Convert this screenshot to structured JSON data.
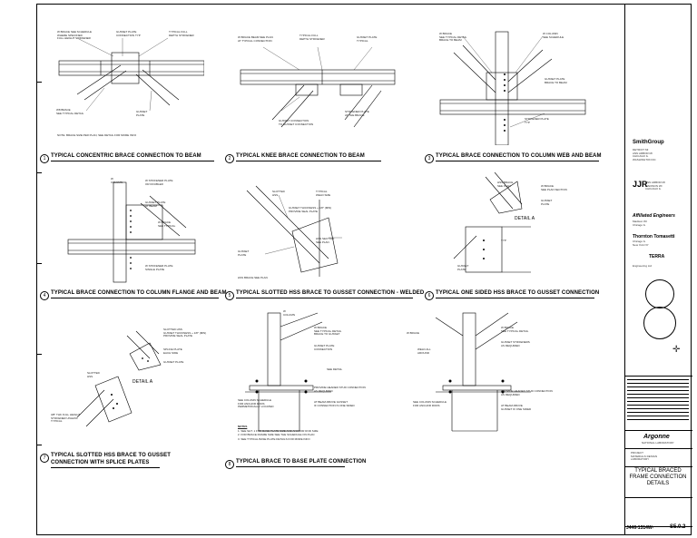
{
  "details": [
    {
      "num": "1",
      "title": "TYPICAL CONCENTRIC BRACE CONNECTION TO BEAM"
    },
    {
      "num": "2",
      "title": "TYPICAL KNEE BRACE CONNECTION TO BEAM"
    },
    {
      "num": "3",
      "title": "TYPICAL BRACE CONNECTION TO COLUMN WEB AND BEAM"
    },
    {
      "num": "4",
      "title": "TYPICAL BRACE CONNECTION TO COLUMN FLANGE AND BEAM"
    },
    {
      "num": "5",
      "title": "TYPICAL SLOTTED HSS BRACE TO GUSSET CONNECTION - WELDED"
    },
    {
      "num": "6",
      "title": "TYPICAL ONE SIDED HSS BRACE TO GUSSET CONNECTION"
    },
    {
      "num": "7",
      "title": "TYPICAL SLOTTED HSS BRACE TO GUSSET CONNECTION WITH SPLICE PLATES"
    },
    {
      "num": "8",
      "title": "TYPICAL BRACE TO BASE PLATE CONNECTION"
    }
  ],
  "labels": {
    "detail_a_left": "DETAIL A",
    "detail_a_right": "DETAIL A",
    "notes_heading": "NOTES",
    "notes": [
      "1. SEE SHT. 1 FOR BASE PLATE SIZE AND ANCHOR ROD SIZE",
      "2. FOR BRACE FRAME SIZE SEE THE SCHEDULE ON PLAN",
      "3. SEE TYPICAL BASE PLATE DETAILS FOR MORE INFO"
    ]
  },
  "title_block": {
    "firm_primary": "SmithGroup",
    "firm_secondary": "JJR",
    "consultant_1": "Affiliated Engineers",
    "consultant_2": "Thornton Tomasetti",
    "consultant_3": "TERRA",
    "owner_logo": "Argonne",
    "owner_sub": "NATIONAL LABORATORY",
    "sheet_title": "TYPICAL BRACED FRAME CONNECTION DETAILS",
    "sheet_number_prefix": "J446-1314W-",
    "sheet_number": "S5.0.2"
  }
}
